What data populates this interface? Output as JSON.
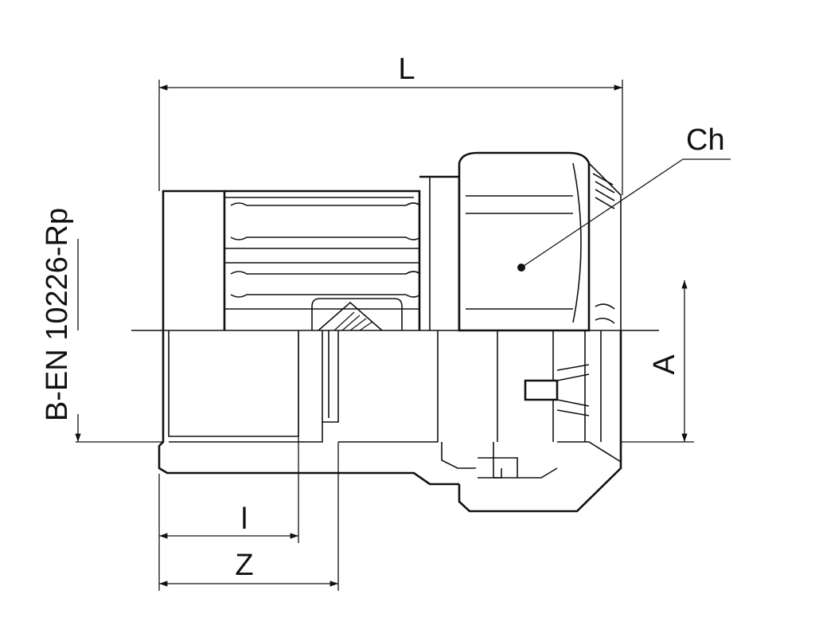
{
  "dimensions": {
    "overall_length": "L",
    "hex_size": "Ch",
    "bore_diameter": "A",
    "thread_length": "l",
    "insertion_depth": "Z",
    "thread_standard": "B-EN 10226-Rp"
  },
  "colors": {
    "line": "#111111",
    "background": "#ffffff"
  }
}
